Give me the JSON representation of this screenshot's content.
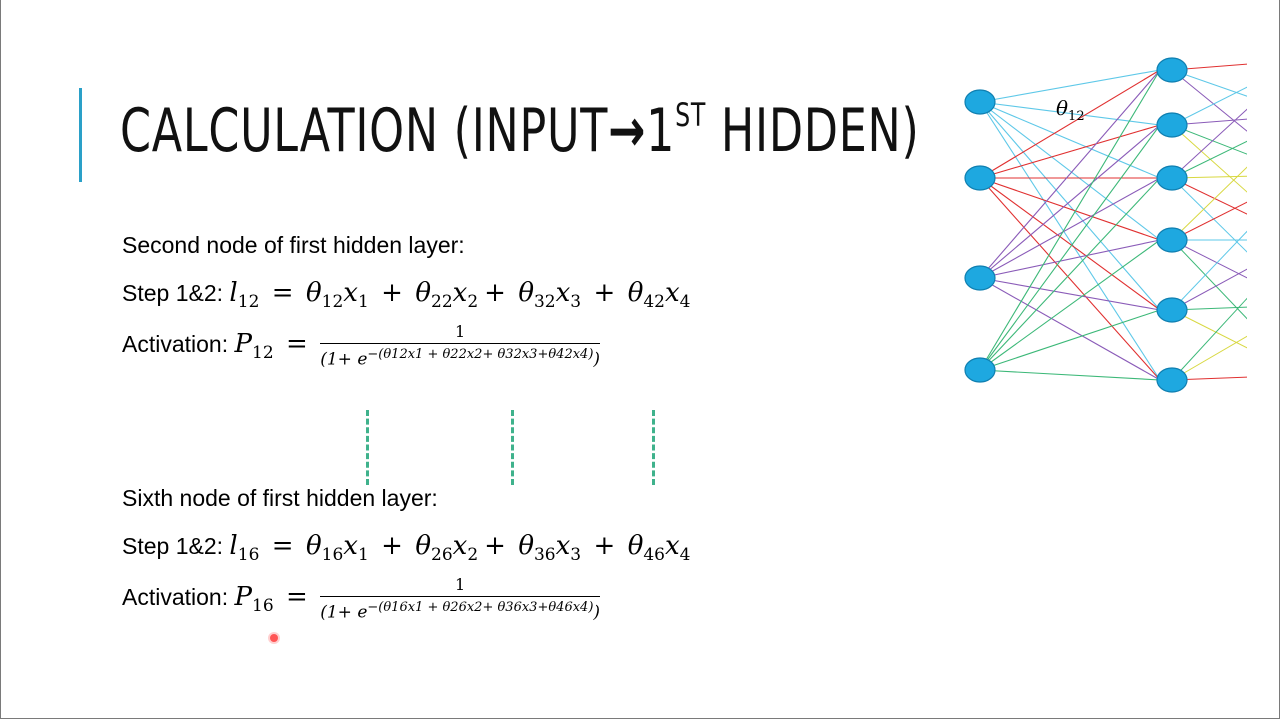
{
  "slide": {
    "title_pre": "CALCULATION (INPUT",
    "title_arrow": "→",
    "title_num": "1",
    "title_sup": "ST",
    "title_post": " HIDDEN)"
  },
  "second": {
    "heading": "Second node of first hidden layer:",
    "step_label": "Step 1&2:",
    "activation_label": "Activation:",
    "l": "l",
    "l_sub": "12",
    "theta": "θ",
    "x": "x",
    "terms": [
      {
        "w": "12",
        "i": "1"
      },
      {
        "w": "22",
        "i": "2"
      },
      {
        "w": "32",
        "i": "3"
      },
      {
        "w": "42",
        "i": "4"
      }
    ],
    "p": "P",
    "p_sub": "12",
    "numerator": "1",
    "denominator_open": "(1+ e",
    "exponent": "−(θ12x1 + θ22x2+ θ32x3+θ42x4)",
    "denominator_close": ")"
  },
  "sixth": {
    "heading": "Sixth node of first hidden layer:",
    "step_label": "Step 1&2:",
    "activation_label": "Activation:",
    "l": "l",
    "l_sub": "16",
    "theta": "θ",
    "x": "x",
    "terms": [
      {
        "w": "16",
        "i": "1"
      },
      {
        "w": "26",
        "i": "2"
      },
      {
        "w": "36",
        "i": "3"
      },
      {
        "w": "46",
        "i": "4"
      }
    ],
    "p": "P",
    "p_sub": "16",
    "numerator": "1",
    "denominator_open": "(1+ e",
    "exponent": "−(θ16x1 + θ26x2+ θ36x3+θ46x4)",
    "denominator_close": ")"
  },
  "network": {
    "weight_label": "θ",
    "weight_sub": "12",
    "node_color": "#1ea8e0",
    "edge_colors": [
      "#e03030",
      "#5ec8e8",
      "#8a5bb8",
      "#3cb878",
      "#d8d840"
    ]
  }
}
